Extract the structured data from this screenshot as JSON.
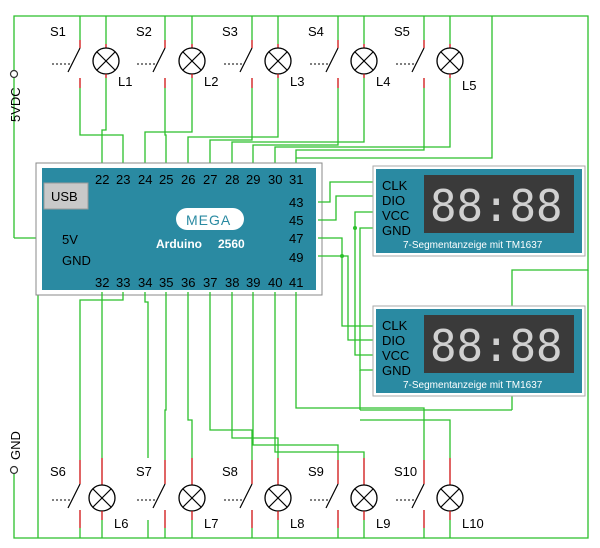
{
  "power": {
    "vdc_label": "5VDC",
    "gnd_label": "GND"
  },
  "top_switches": [
    "S1",
    "S2",
    "S3",
    "S4",
    "S5"
  ],
  "top_lamps": [
    "L1",
    "L2",
    "L3",
    "L4",
    "L5"
  ],
  "bottom_switches": [
    "S6",
    "S7",
    "S8",
    "S9",
    "S10"
  ],
  "bottom_lamps": [
    "L6",
    "L7",
    "L8",
    "L9",
    "L10"
  ],
  "board": {
    "usb": "USB",
    "pin_5v": "5V",
    "pin_gnd": "GND",
    "brand": "MEGA",
    "name": "Arduino",
    "model": "2560",
    "top_pins": [
      "22",
      "23",
      "24",
      "25",
      "26",
      "27",
      "28",
      "29",
      "30",
      "31"
    ],
    "bottom_pins": [
      "32",
      "33",
      "34",
      "35",
      "36",
      "37",
      "38",
      "39",
      "40",
      "41"
    ],
    "right_pins": [
      "43",
      "45",
      "47",
      "49"
    ]
  },
  "displays": [
    {
      "pins": [
        "CLK",
        "DIO",
        "VCC",
        "GND"
      ],
      "digits": "88:88",
      "caption": "7-Segmentanzeige mit TM1637"
    },
    {
      "pins": [
        "CLK",
        "DIO",
        "VCC",
        "GND"
      ],
      "digits": "88:88",
      "caption": "7-Segmentanzeige mit TM1637"
    }
  ]
}
